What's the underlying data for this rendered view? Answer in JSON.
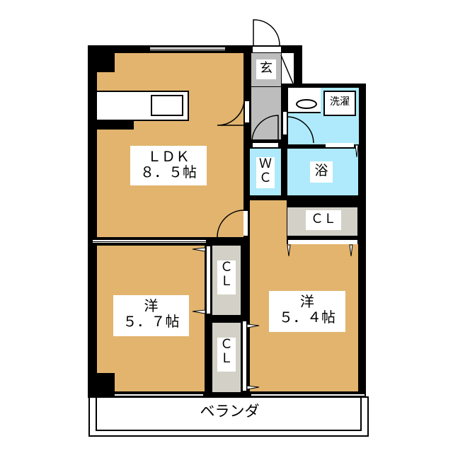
{
  "colors": {
    "wall": "#000000",
    "floor_wood": "#e2b46e",
    "entrance_gray": "#bdbdbd",
    "wet_area_blue": "#aeeafb",
    "closet": "#d3d1c7",
    "veranda": "#ffffff"
  },
  "rooms": {
    "ldk": {
      "name": "ＬＤＫ",
      "size": "８．５帖"
    },
    "entrance": {
      "name": "玄"
    },
    "laundry": {
      "name": "洗濯"
    },
    "wc": {
      "line1": "Ｗ",
      "line2": "Ｃ"
    },
    "bath": {
      "name": "浴"
    },
    "closet_right": {
      "name": "ＣＬ"
    },
    "closet_mid_upper": {
      "line1": "Ｃ",
      "line2": "Ｌ"
    },
    "closet_mid_lower": {
      "line1": "Ｃ",
      "line2": "Ｌ"
    },
    "bedroom_left": {
      "name": "洋",
      "size": "５．７帖"
    },
    "bedroom_right": {
      "name": "洋",
      "size": "５．４帖"
    },
    "veranda": {
      "name": "ベランダ"
    }
  }
}
